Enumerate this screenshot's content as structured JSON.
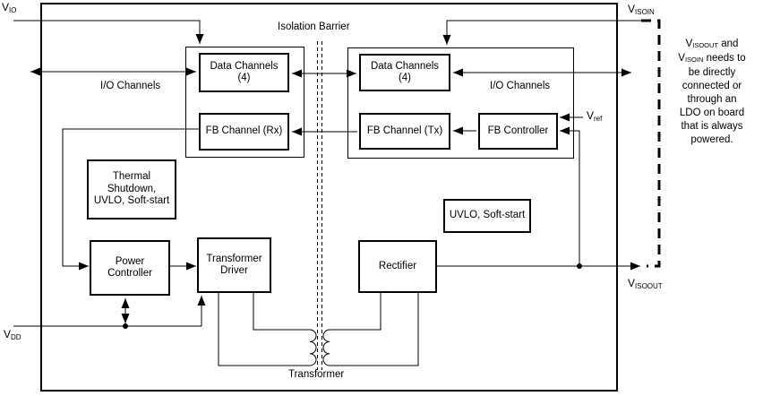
{
  "diagram": {
    "labels": {
      "isolation_barrier": "Isolation Barrier",
      "transformer": "Transformer",
      "io_channels_left": "I/O Channels",
      "io_channels_right": "I/O Channels"
    },
    "boxes": {
      "data_channels_left": "Data Channels\n(4)",
      "data_channels_right": "Data Channels\n(4)",
      "fb_channel_rx": "FB Channel (Rx)",
      "fb_channel_tx": "FB Channel (Tx)",
      "fb_controller": "FB Controller",
      "thermal": "Thermal\nShutdown,\nUVLO, Soft-start",
      "uvlo": "UVLO, Soft-start",
      "power_controller": "Power\nController",
      "transformer_driver": "Transformer\nDriver",
      "rectifier": "Rectifier"
    },
    "pins": {
      "vio": {
        "base": "V",
        "sub": "IO"
      },
      "vdd": {
        "base": "V",
        "sub": "DD"
      },
      "visoin": {
        "base": "V",
        "sub": "ISOIN"
      },
      "visoout": {
        "base": "V",
        "sub": "ISOOUT"
      },
      "vref": {
        "base": "V",
        "sub": "ref"
      }
    },
    "note": {
      "line1": {
        "v": "V",
        "sub": "ISOOUT",
        "rest": " and"
      },
      "line2": {
        "v": "V",
        "sub": "ISOIN",
        "rest": " needs to"
      },
      "lines": [
        "be directly",
        "connected or",
        "through an",
        "LDO on board",
        "that is always",
        "powered."
      ]
    },
    "colors": {
      "line": "#000000",
      "background": "#ffffff"
    }
  }
}
